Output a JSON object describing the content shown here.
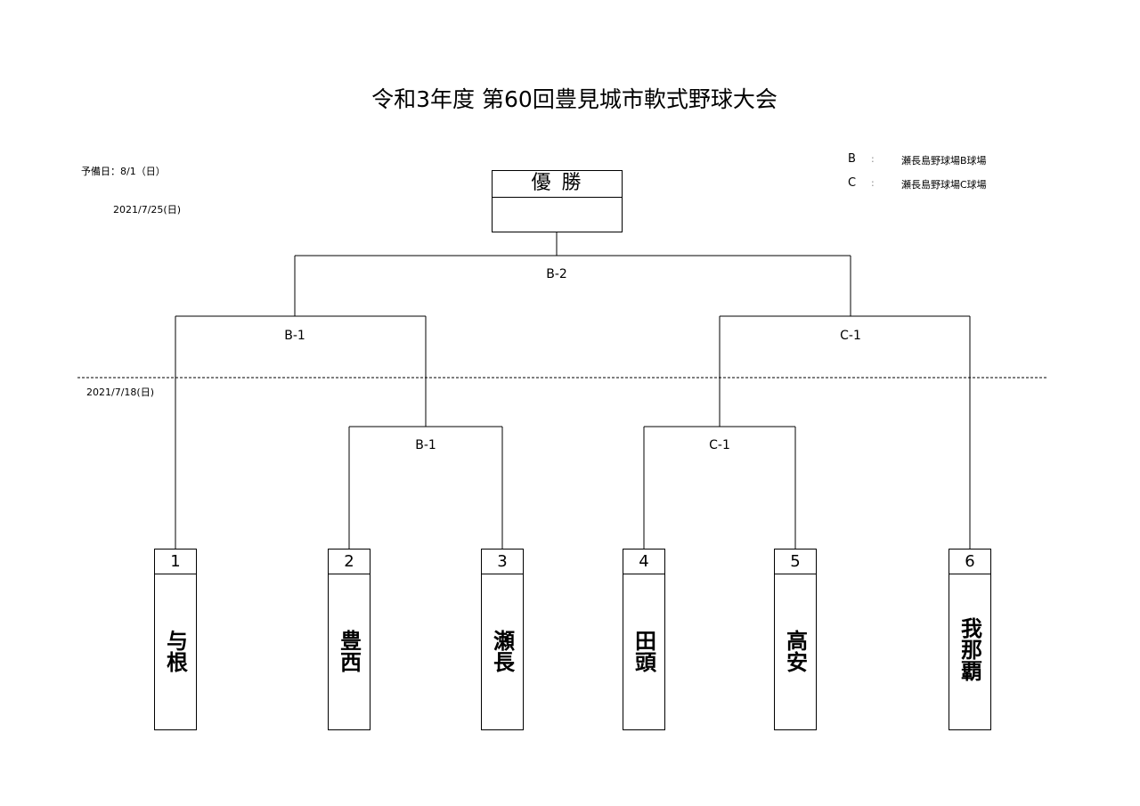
{
  "title": "令和3年度  第60回豊見城市軟式野球大会",
  "reserve_day": "予備日：8/1（日）",
  "date_round2": "2021/7/25(日)",
  "date_round1": "2021/7/18(日)",
  "venues": [
    {
      "code": "B",
      "sep": ":",
      "name": "瀬長島野球場B球場"
    },
    {
      "code": "C",
      "sep": ":",
      "name": "瀬長島野球場C球場"
    }
  ],
  "champion": {
    "label": "優勝",
    "winner": ""
  },
  "matches": {
    "final": "B-2",
    "semi_left": "B-1",
    "semi_right": "C-1",
    "first_left": "B-1",
    "first_right": "C-1"
  },
  "teams": [
    {
      "number": "1",
      "name": "与根"
    },
    {
      "number": "2",
      "name": "豊西"
    },
    {
      "number": "3",
      "name": "瀬長"
    },
    {
      "number": "4",
      "name": "田頭"
    },
    {
      "number": "5",
      "name": "高安"
    },
    {
      "number": "6",
      "name": "我那覇"
    }
  ]
}
